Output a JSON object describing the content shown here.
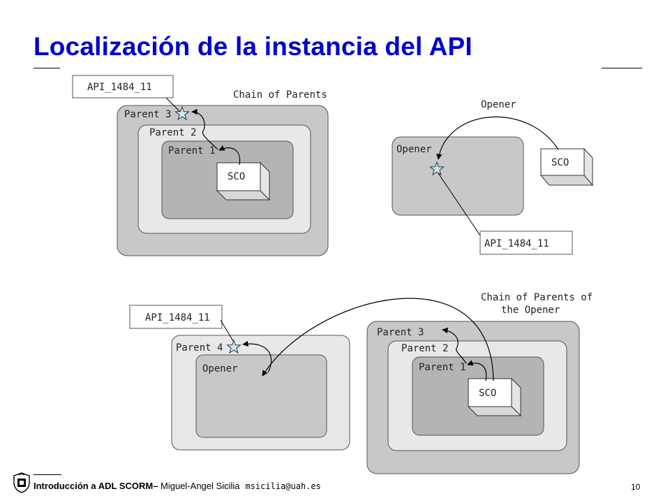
{
  "slide": {
    "title": "Localización de la instancia del API",
    "page_number": "10"
  },
  "footer": {
    "course": "Introducción a ADL SCORM",
    "separator": "–",
    "author": " Miguel-Angel Sicilia",
    "email": "msicilia@uah.es"
  },
  "logo": {
    "icon": "university-crest-icon"
  },
  "diagram": {
    "chain_of_parents": {
      "caption": "Chain of Parents",
      "api_label": "API_1484_11",
      "parent3": "Parent 3",
      "parent2": "Parent 2",
      "parent1": "Parent 1",
      "sco": "SCO"
    },
    "opener": {
      "caption": "Opener",
      "window_label": "Opener",
      "api_label": "API_1484_11",
      "sco": "SCO"
    },
    "chain_of_parents_of_opener": {
      "caption_line1": "Chain of Parents of",
      "caption_line2": "the Opener",
      "api_label": "API_1484_11",
      "parent4": "Parent 4",
      "opener_label": "Opener",
      "parent3": "Parent 3",
      "parent2": "Parent 2",
      "parent1": "Parent 1",
      "sco": "SCO"
    }
  },
  "colors": {
    "title": "#0000cc",
    "outer_frame": "#c8c8c8",
    "middle_frame": "#e8e8e8",
    "inner_frame": "#b4b4b4",
    "star": "#cfe6f2"
  }
}
